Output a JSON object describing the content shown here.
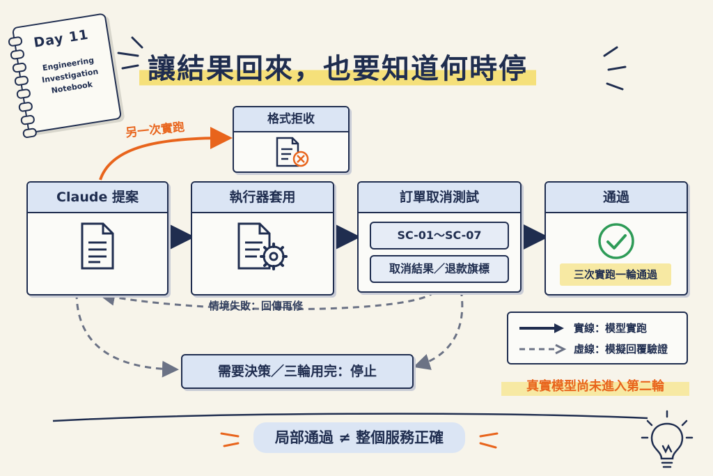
{
  "notebook": {
    "day": "Day 11",
    "subtitle": [
      "Engineering",
      "Investigation",
      "Notebook"
    ]
  },
  "title": "讓結果回來，也要知道何時停",
  "reject_box": {
    "label": "格式拒收"
  },
  "rerun_label": "另一次實跑",
  "steps": [
    {
      "label": "Claude 提案",
      "icon": "document-icon"
    },
    {
      "label": "執行器套用",
      "icon": "document-gear-icon"
    },
    {
      "label": "訂單取消測試",
      "pills": [
        "SC-01～SC-07",
        "取消結果／退款旗標"
      ]
    },
    {
      "label": "通過",
      "icon": "check-circle-icon",
      "note": "三次實跑一輪通過"
    }
  ],
  "fail_label": "情境失敗：回傳再修",
  "stop_box": "需要決策／三輪用完：停止",
  "legend": {
    "solid": "實線：模型實跑",
    "dashed": "虛線：模擬回覆驗證"
  },
  "warning": "真實模型尚未進入第二輪",
  "bottom_banner": "局部通過 ≠ 整個服務正確",
  "colors": {
    "navy": "#1f2d4f",
    "orange": "#e8641c",
    "header_blue": "#dbe5f4",
    "highlight_yellow": "#f5e07a",
    "check_green": "#2e9b57"
  }
}
